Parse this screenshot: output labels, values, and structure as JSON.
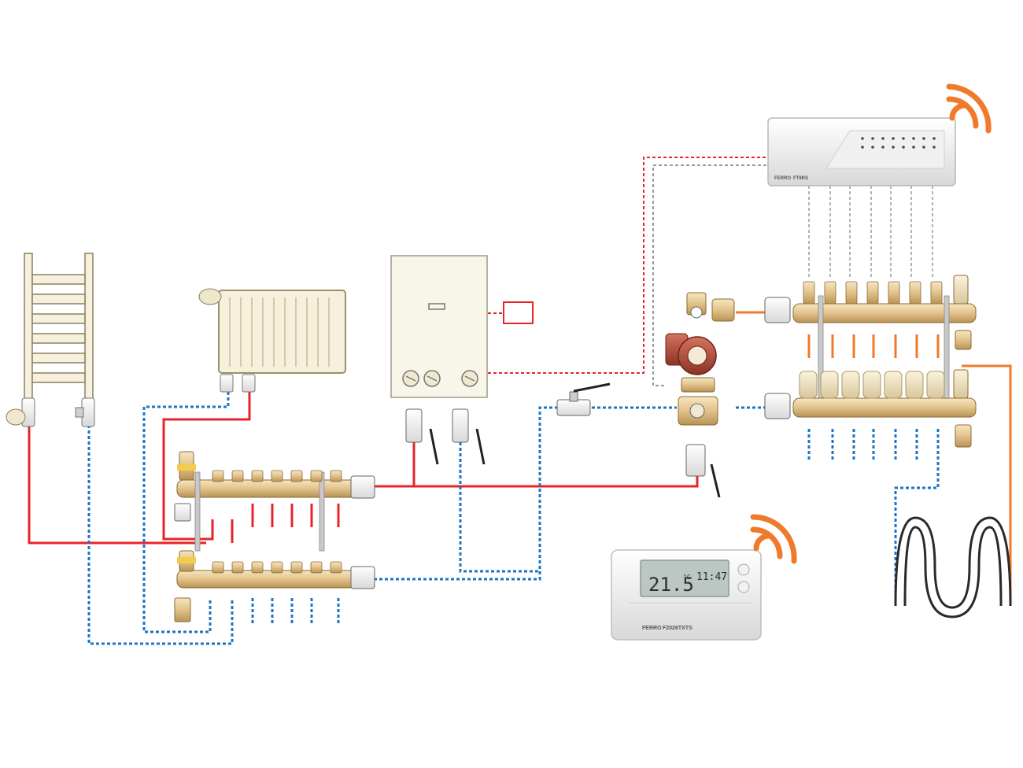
{
  "colors": {
    "supply": "#e8242a",
    "return": "#1c74c4",
    "floor_loop": "#f07a2a",
    "control_wire": "#9a9a9a",
    "brass": "#e9cf9c",
    "pump": "#b84a38",
    "radiator": "#f6f0dc",
    "signal": "#f07a2a"
  },
  "components": {
    "towel_rail": {
      "icon": "towel-radiator-icon"
    },
    "radiator": {
      "icon": "panel-radiator-icon"
    },
    "boiler": {
      "icon": "wall-boiler-icon"
    },
    "room_sensor": {
      "icon": "sensor-box-icon"
    },
    "mixing_unit": {
      "icon": "circulation-pump-icon"
    },
    "floor_loop": {
      "icon": "underfloor-loop-icon"
    },
    "controller": {
      "brand": "FERRO",
      "model": "FT8RS",
      "icon": "wireless-controller-icon",
      "led_count": 16
    },
    "thermostat": {
      "brand": "FERRO",
      "model": "F2026TXTS",
      "temperature": "21.5",
      "temp_unit": "°C",
      "time": "11:47",
      "icon": "wireless-thermostat-icon"
    }
  },
  "manifolds": {
    "radiator_manifold": {
      "outlets": 7
    },
    "floor_manifold": {
      "outlets": 7
    }
  }
}
